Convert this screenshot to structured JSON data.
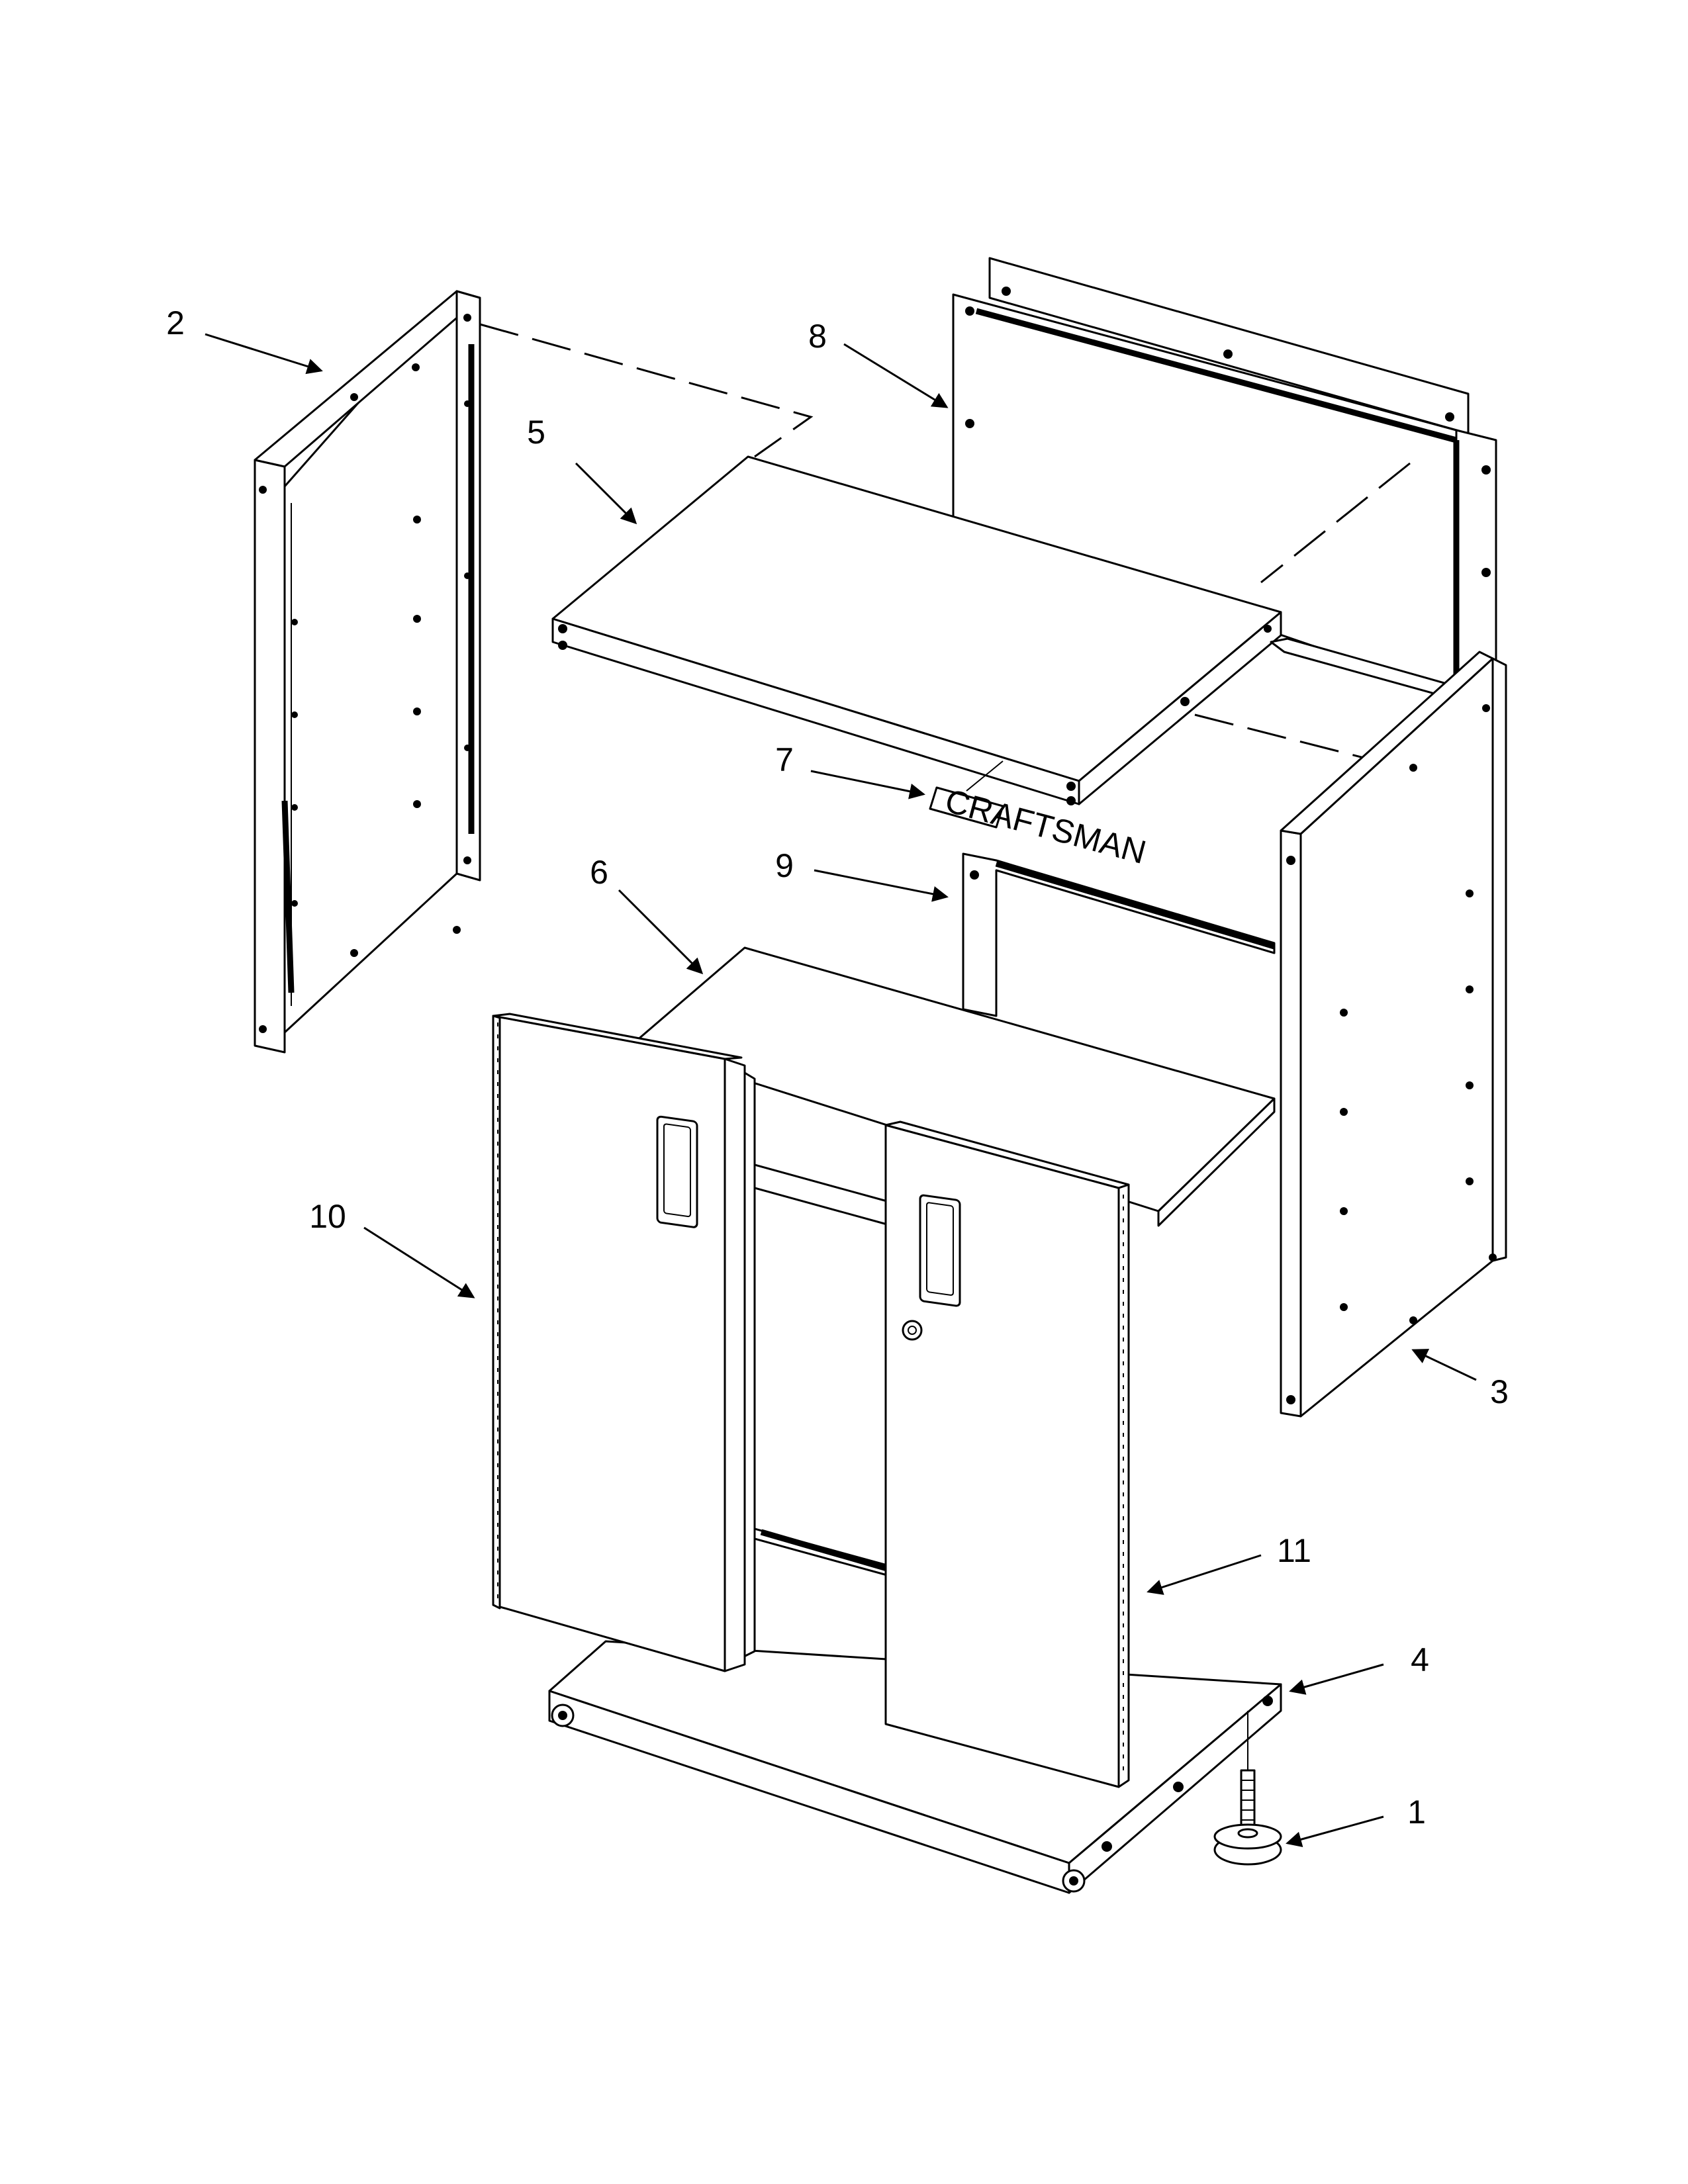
{
  "callouts": [
    {
      "id": "1",
      "label": "1"
    },
    {
      "id": "2",
      "label": "2"
    },
    {
      "id": "3",
      "label": "3"
    },
    {
      "id": "4",
      "label": "4"
    },
    {
      "id": "5",
      "label": "5"
    },
    {
      "id": "6",
      "label": "6"
    },
    {
      "id": "7",
      "label": "7"
    },
    {
      "id": "8",
      "label": "8"
    },
    {
      "id": "9",
      "label": "9"
    },
    {
      "id": "10",
      "label": "10"
    },
    {
      "id": "11",
      "label": "11"
    }
  ],
  "decal": {
    "label_text": "CRAFTSMAN"
  }
}
